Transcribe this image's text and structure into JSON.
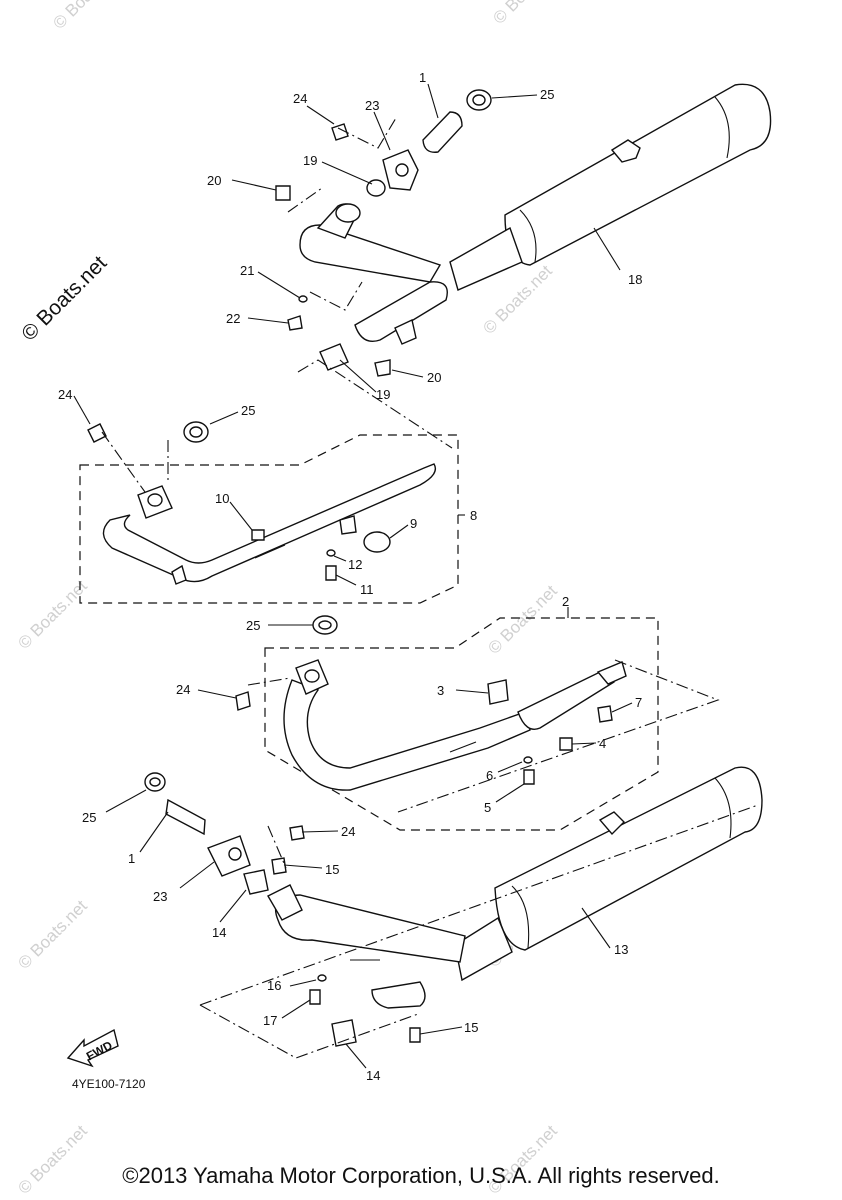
{
  "watermark": "© Boats.net",
  "fwd_label": "FWD",
  "diagram_code": "4YE100-7120",
  "callouts": [
    "1",
    "25",
    "24",
    "23",
    "19",
    "20",
    "21",
    "22",
    "18",
    "20",
    "19",
    "24",
    "25",
    "10",
    "9",
    "8",
    "12",
    "11",
    "2",
    "25",
    "24",
    "3",
    "7",
    "4",
    "6",
    "5",
    "25",
    "24",
    "1",
    "15",
    "23",
    "14",
    "13",
    "16",
    "17",
    "15",
    "14"
  ],
  "copyright": "©2013 Yamaha Motor Corporation, U.S.A. All rights reserved."
}
